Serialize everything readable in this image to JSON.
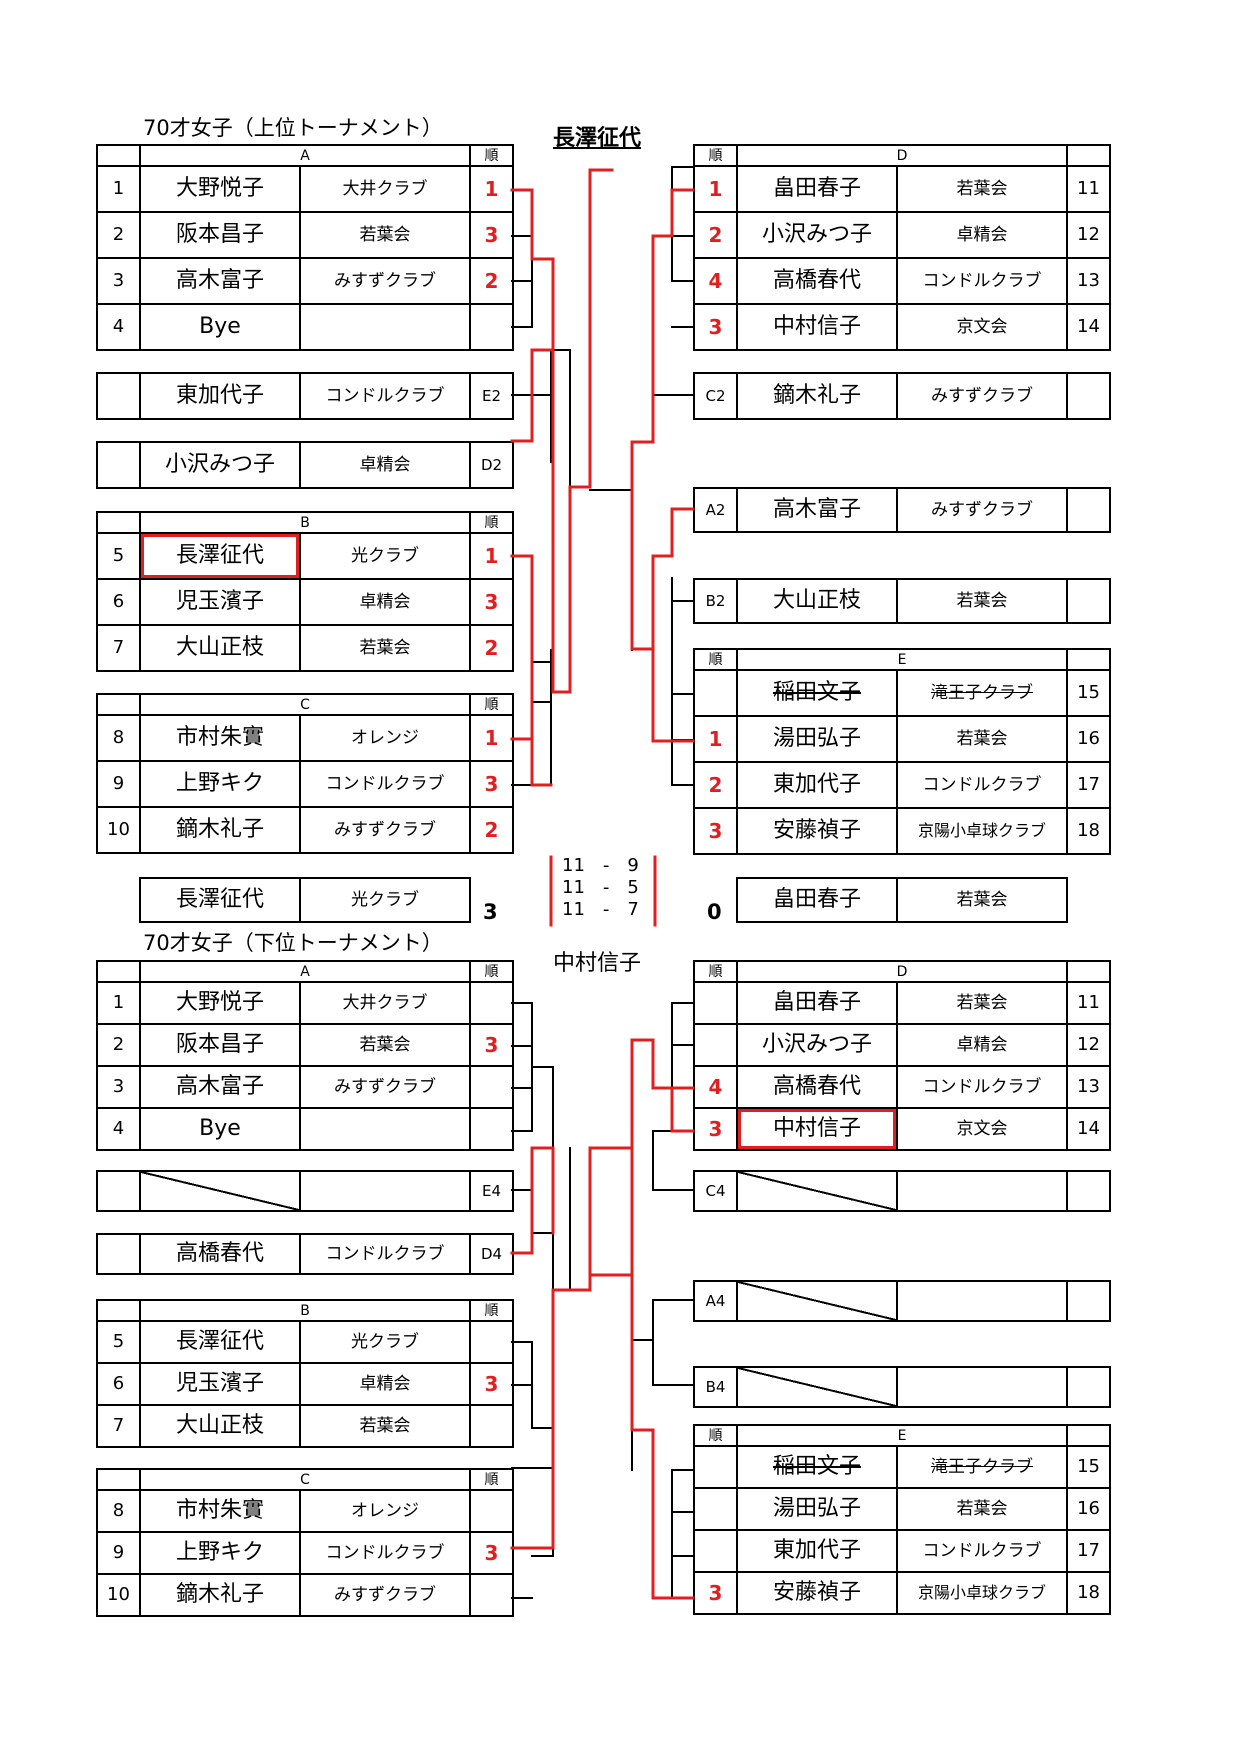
{
  "upper": {
    "title": "70才女子（上位トーナメント）",
    "winner": "長澤征代",
    "groupA": {
      "label": "A",
      "rank_header": "順",
      "rows": [
        {
          "num": "1",
          "name": "大野悦子",
          "club": "大井クラブ",
          "rank": "1"
        },
        {
          "num": "2",
          "name": "阪本昌子",
          "club": "若葉会",
          "rank": "3"
        },
        {
          "num": "3",
          "name": "高木富子",
          "club": "みすずクラブ",
          "rank": "2"
        },
        {
          "num": "4",
          "name": "Bye",
          "club": "",
          "rank": ""
        }
      ]
    },
    "entry_e2": {
      "name": "東加代子",
      "club": "コンドルクラブ",
      "code": "E2"
    },
    "entry_d2": {
      "name": "小沢みつ子",
      "club": "卓精会",
      "code": "D2"
    },
    "groupB": {
      "label": "B",
      "rank_header": "順",
      "rows": [
        {
          "num": "5",
          "name": "長澤征代",
          "club": "光クラブ",
          "rank": "1"
        },
        {
          "num": "6",
          "name": "児玉濱子",
          "club": "卓精会",
          "rank": "3"
        },
        {
          "num": "7",
          "name": "大山正枝",
          "club": "若葉会",
          "rank": "2"
        }
      ]
    },
    "groupC": {
      "label": "C",
      "rank_header": "順",
      "rows": [
        {
          "num": "8",
          "name": "市村朱實",
          "club": "オレンジ",
          "rank": "1"
        },
        {
          "num": "9",
          "name": "上野キク",
          "club": "コンドルクラブ",
          "rank": "3"
        },
        {
          "num": "10",
          "name": "鏑木礼子",
          "club": "みすずクラブ",
          "rank": "2"
        }
      ]
    },
    "groupD": {
      "label": "D",
      "rank_header": "順",
      "rows": [
        {
          "num": "11",
          "name": "畠田春子",
          "club": "若葉会",
          "rank": "1"
        },
        {
          "num": "12",
          "name": "小沢みつ子",
          "club": "卓精会",
          "rank": "2"
        },
        {
          "num": "13",
          "name": "高橋春代",
          "club": "コンドルクラブ",
          "rank": "4"
        },
        {
          "num": "14",
          "name": "中村信子",
          "club": "京文会",
          "rank": "3"
        }
      ]
    },
    "entry_c2": {
      "name": "鏑木礼子",
      "club": "みすずクラブ",
      "code": "C2"
    },
    "entry_a2": {
      "name": "高木富子",
      "club": "みすずクラブ",
      "code": "A2"
    },
    "entry_b2": {
      "name": "大山正枝",
      "club": "若葉会",
      "code": "B2"
    },
    "groupE": {
      "label": "E",
      "rank_header": "順",
      "rows": [
        {
          "num": "15",
          "name": "稲田文子",
          "club": "滝王子クラブ",
          "rank": ""
        },
        {
          "num": "16",
          "name": "湯田弘子",
          "club": "若葉会",
          "rank": "1"
        },
        {
          "num": "17",
          "name": "東加代子",
          "club": "コンドルクラブ",
          "rank": "2"
        },
        {
          "num": "18",
          "name": "安藤禎子",
          "club": "京陽小卓球クラブ",
          "rank": "3"
        }
      ]
    },
    "final": {
      "left": {
        "name": "長澤征代",
        "club": "光クラブ",
        "score": "3"
      },
      "right": {
        "name": "畠田春子",
        "club": "若葉会",
        "score": "0"
      },
      "games": [
        "11　-　9",
        "11　-　5",
        "11　-　7"
      ]
    }
  },
  "lower": {
    "title": "70才女子（下位トーナメント）",
    "winner": "中村信子",
    "groupA": {
      "label": "A",
      "rank_header": "順",
      "rows": [
        {
          "num": "1",
          "name": "大野悦子",
          "club": "大井クラブ",
          "rank": ""
        },
        {
          "num": "2",
          "name": "阪本昌子",
          "club": "若葉会",
          "rank": "3"
        },
        {
          "num": "3",
          "name": "高木富子",
          "club": "みすずクラブ",
          "rank": ""
        },
        {
          "num": "4",
          "name": "Bye",
          "club": "",
          "rank": ""
        }
      ]
    },
    "entry_e4": {
      "name": "",
      "club": "",
      "code": "E4"
    },
    "entry_d4": {
      "name": "高橋春代",
      "club": "コンドルクラブ",
      "code": "D4"
    },
    "groupB": {
      "label": "B",
      "rank_header": "順",
      "rows": [
        {
          "num": "5",
          "name": "長澤征代",
          "club": "光クラブ",
          "rank": ""
        },
        {
          "num": "6",
          "name": "児玉濱子",
          "club": "卓精会",
          "rank": "3"
        },
        {
          "num": "7",
          "name": "大山正枝",
          "club": "若葉会",
          "rank": ""
        }
      ]
    },
    "groupC": {
      "label": "C",
      "rank_header": "順",
      "rows": [
        {
          "num": "8",
          "name": "市村朱實",
          "club": "オレンジ",
          "rank": ""
        },
        {
          "num": "9",
          "name": "上野キク",
          "club": "コンドルクラブ",
          "rank": "3"
        },
        {
          "num": "10",
          "name": "鏑木礼子",
          "club": "みすずクラブ",
          "rank": ""
        }
      ]
    },
    "groupD": {
      "label": "D",
      "rank_header": "順",
      "rows": [
        {
          "num": "11",
          "name": "畠田春子",
          "club": "若葉会",
          "rank": ""
        },
        {
          "num": "12",
          "name": "小沢みつ子",
          "club": "卓精会",
          "rank": ""
        },
        {
          "num": "13",
          "name": "高橋春代",
          "club": "コンドルクラブ",
          "rank": "4"
        },
        {
          "num": "14",
          "name": "中村信子",
          "club": "京文会",
          "rank": "3"
        }
      ]
    },
    "entry_c4": {
      "code": "C4"
    },
    "entry_a4": {
      "code": "A4"
    },
    "entry_b4": {
      "code": "B4"
    },
    "groupE": {
      "label": "E",
      "rank_header": "順",
      "rows": [
        {
          "num": "15",
          "name": "稲田文子",
          "club": "滝王子クラブ",
          "rank": ""
        },
        {
          "num": "16",
          "name": "湯田弘子",
          "club": "若葉会",
          "rank": ""
        },
        {
          "num": "17",
          "name": "東加代子",
          "club": "コンドルクラブ",
          "rank": ""
        },
        {
          "num": "18",
          "name": "安藤禎子",
          "club": "京陽小卓球クラブ",
          "rank": "3"
        }
      ]
    }
  }
}
